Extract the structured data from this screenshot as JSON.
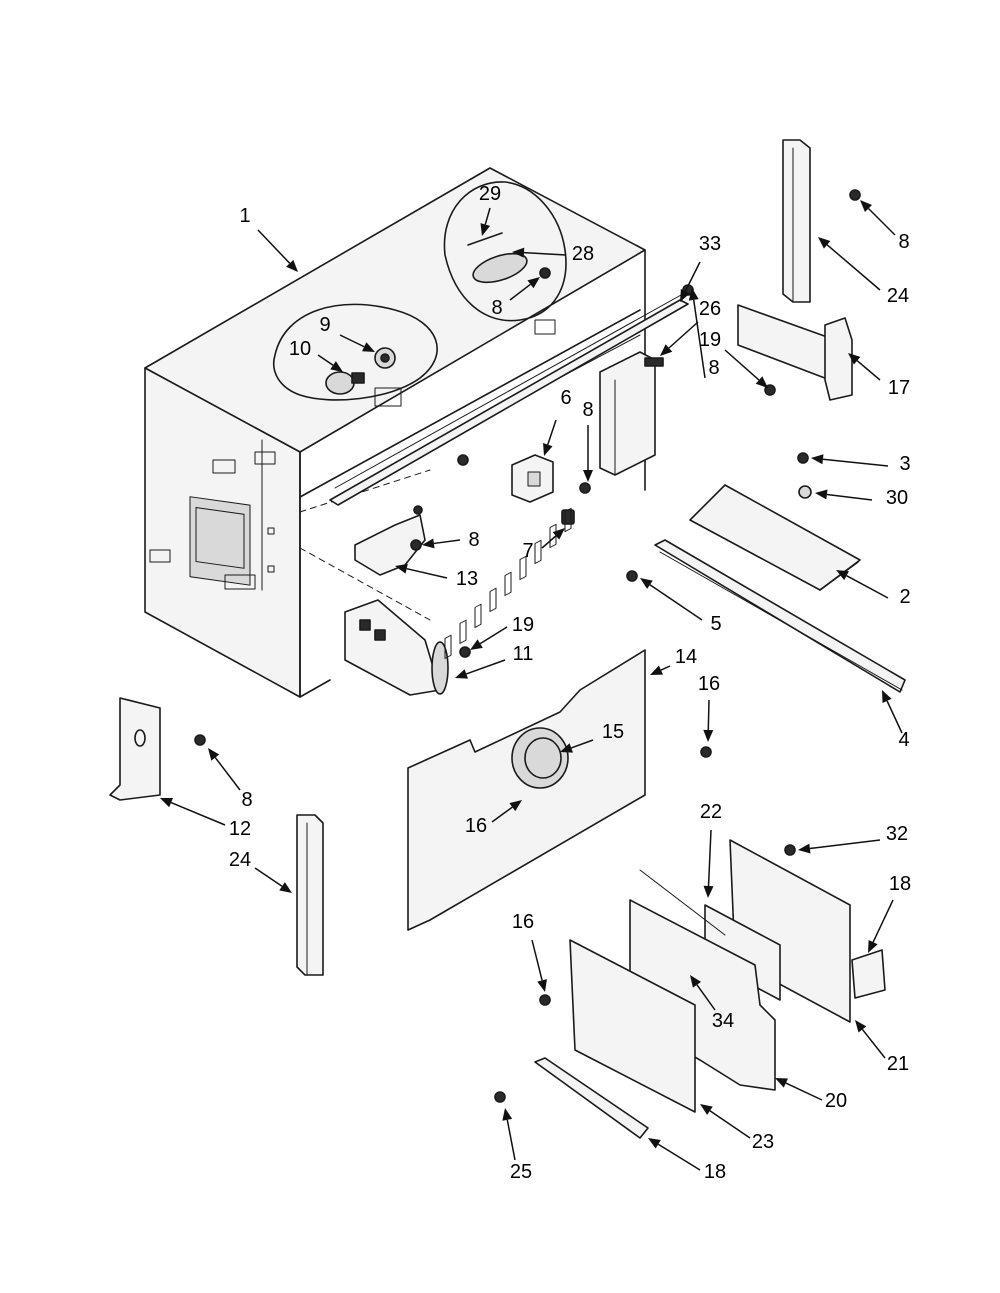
{
  "diagram": {
    "callouts": [
      {
        "id": "c1",
        "label": "1"
      },
      {
        "id": "c29",
        "label": "29"
      },
      {
        "id": "c28",
        "label": "28"
      },
      {
        "id": "c8a",
        "label": "8"
      },
      {
        "id": "c9",
        "label": "9"
      },
      {
        "id": "c10",
        "label": "10"
      },
      {
        "id": "c33",
        "label": "33"
      },
      {
        "id": "c26",
        "label": "26"
      },
      {
        "id": "c8b",
        "label": "8"
      },
      {
        "id": "c6",
        "label": "6"
      },
      {
        "id": "c8c",
        "label": "8"
      },
      {
        "id": "c8d",
        "label": "8"
      },
      {
        "id": "c7",
        "label": "7"
      },
      {
        "id": "c13",
        "label": "13"
      },
      {
        "id": "c19a",
        "label": "19"
      },
      {
        "id": "c11",
        "label": "11"
      },
      {
        "id": "c8e",
        "label": "8"
      },
      {
        "id": "c24a",
        "label": "24"
      },
      {
        "id": "c19b",
        "label": "19"
      },
      {
        "id": "c17",
        "label": "17"
      },
      {
        "id": "c3",
        "label": "3"
      },
      {
        "id": "c30",
        "label": "30"
      },
      {
        "id": "c2",
        "label": "2"
      },
      {
        "id": "c5",
        "label": "5"
      },
      {
        "id": "c4",
        "label": "4"
      },
      {
        "id": "c14",
        "label": "14"
      },
      {
        "id": "c16a",
        "label": "16"
      },
      {
        "id": "c15",
        "label": "15"
      },
      {
        "id": "c16b",
        "label": "16"
      },
      {
        "id": "c8f",
        "label": "8"
      },
      {
        "id": "c12",
        "label": "12"
      },
      {
        "id": "c24b",
        "label": "24"
      },
      {
        "id": "c22",
        "label": "22"
      },
      {
        "id": "c32",
        "label": "32"
      },
      {
        "id": "c18a",
        "label": "18"
      },
      {
        "id": "c16c",
        "label": "16"
      },
      {
        "id": "c34",
        "label": "34"
      },
      {
        "id": "c21",
        "label": "21"
      },
      {
        "id": "c20",
        "label": "20"
      },
      {
        "id": "c23",
        "label": "23"
      },
      {
        "id": "c25",
        "label": "25"
      },
      {
        "id": "c18b",
        "label": "18"
      }
    ]
  }
}
